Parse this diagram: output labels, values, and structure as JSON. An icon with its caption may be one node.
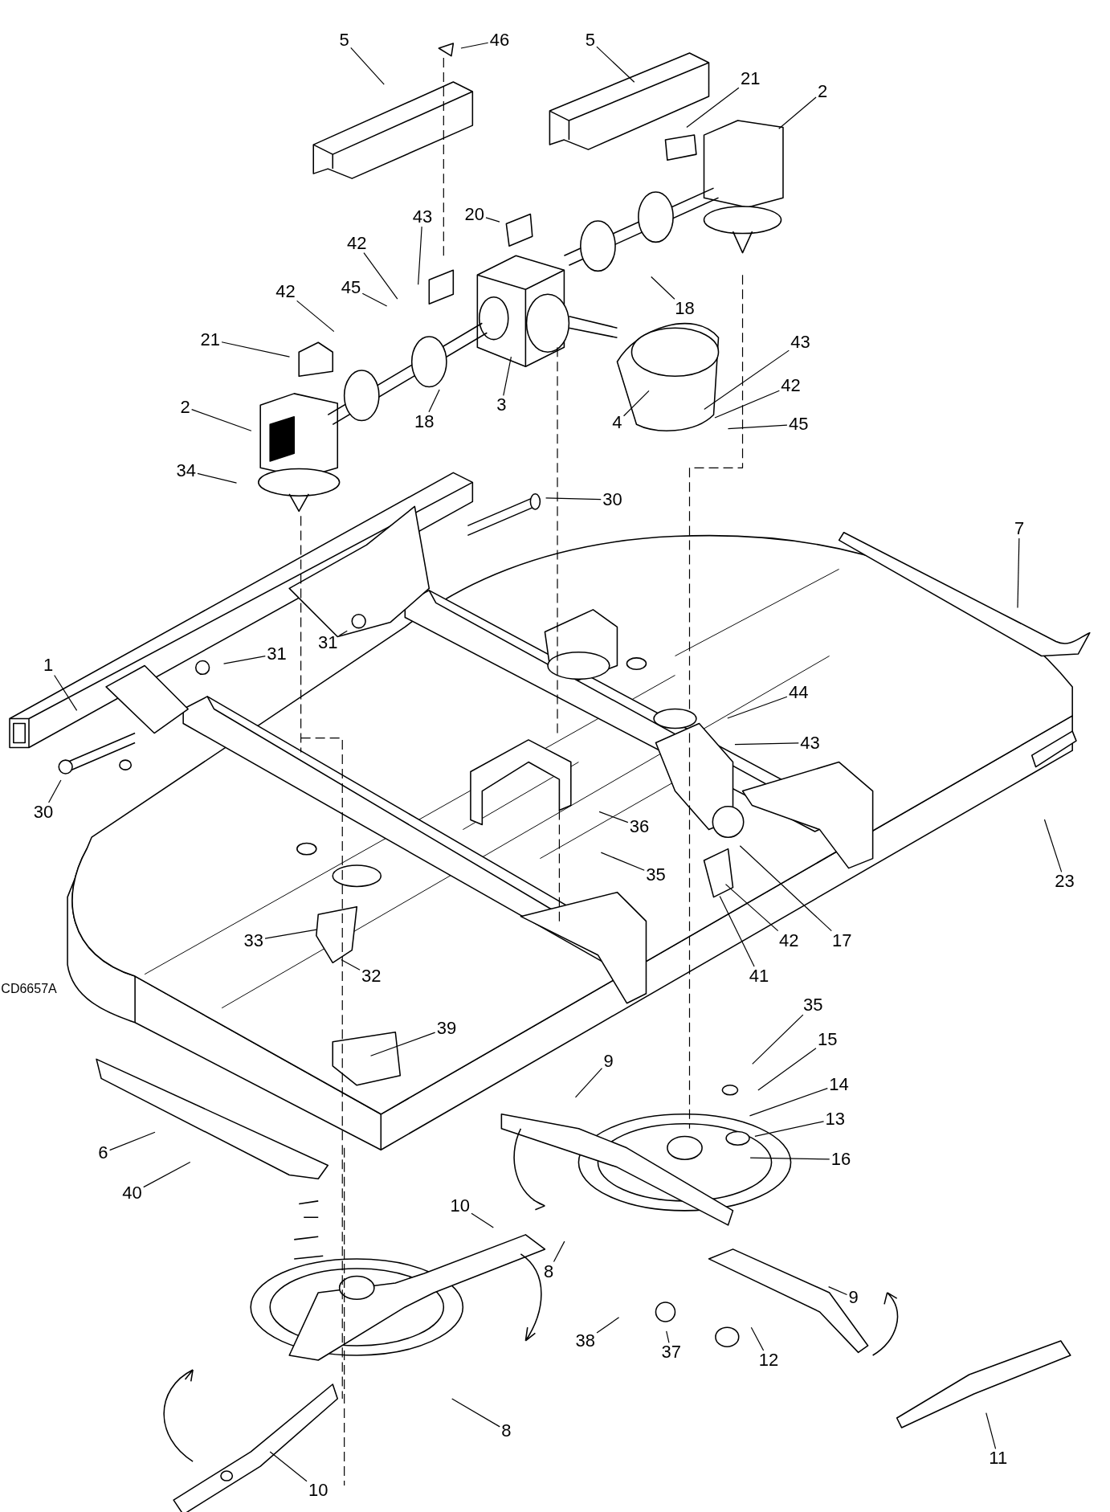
{
  "diagram": {
    "nodes": [
      {
        "text": [
          "5"
        ]
      },
      {
        "text": [
          "46"
        ]
      },
      {
        "text": [
          "5"
        ]
      },
      {
        "text": [
          "21"
        ]
      },
      {
        "text": [
          "2"
        ]
      },
      {
        "text": [
          "20"
        ]
      },
      {
        "text": [
          "43"
        ]
      },
      {
        "text": [
          "42"
        ]
      },
      {
        "text": [
          "45"
        ]
      },
      {
        "text": [
          "42"
        ]
      },
      {
        "text": [
          "21"
        ]
      },
      {
        "text": [
          "18"
        ]
      },
      {
        "text": [
          "3"
        ]
      },
      {
        "text": [
          "43"
        ]
      },
      {
        "text": [
          "42"
        ]
      },
      {
        "text": [
          "45"
        ]
      },
      {
        "text": [
          "2"
        ]
      },
      {
        "text": [
          "18"
        ]
      },
      {
        "text": [
          "4"
        ]
      },
      {
        "text": [
          "34"
        ]
      },
      {
        "text": [
          "30"
        ]
      },
      {
        "text": [
          "7"
        ]
      },
      {
        "text": [
          "1"
        ]
      },
      {
        "text": [
          "31"
        ]
      },
      {
        "text": [
          "31"
        ]
      },
      {
        "text": [
          "44"
        ]
      },
      {
        "text": [
          "43"
        ]
      },
      {
        "text": [
          "30"
        ]
      },
      {
        "text": [
          "36"
        ]
      },
      {
        "text": [
          "35"
        ]
      },
      {
        "text": [
          "23"
        ]
      },
      {
        "text": [
          "33"
        ]
      },
      {
        "text": [
          "32"
        ]
      },
      {
        "text": [
          "17"
        ]
      },
      {
        "text": [
          "42"
        ]
      },
      {
        "text": [
          "41"
        ]
      },
      {
        "text": [
          "39"
        ]
      },
      {
        "text": [
          "35"
        ]
      },
      {
        "text": [
          "15"
        ]
      },
      {
        "text": [
          "9"
        ]
      },
      {
        "text": [
          "14"
        ]
      },
      {
        "text": [
          "13"
        ]
      },
      {
        "text": [
          "6"
        ]
      },
      {
        "text": [
          "16"
        ]
      },
      {
        "text": [
          "40"
        ]
      },
      {
        "text": [
          "10"
        ]
      },
      {
        "text": [
          "8"
        ]
      },
      {
        "text": [
          "9"
        ]
      },
      {
        "text": [
          "38"
        ]
      },
      {
        "text": [
          "37"
        ]
      },
      {
        "text": [
          "12"
        ]
      },
      {
        "text": [
          "8"
        ]
      },
      {
        "text": [
          "11"
        ]
      },
      {
        "text": [
          "10"
        ]
      }
    ],
    "edges": [
      {
        "from": 0,
        "to": null,
        "arrow": "none"
      },
      {
        "from": 1,
        "to": null,
        "arrow": "none"
      },
      {
        "from": 2,
        "to": null,
        "arrow": "none"
      },
      {
        "from": 3,
        "to": null,
        "arrow": "none"
      },
      {
        "from": 4,
        "to": null,
        "arrow": "none"
      },
      {
        "from": 5,
        "to": null,
        "arrow": "none"
      },
      {
        "from": 6,
        "to": null,
        "arrow": "none"
      },
      {
        "from": 7,
        "to": null,
        "arrow": "none"
      },
      {
        "from": 8,
        "to": null,
        "arrow": "none"
      },
      {
        "from": 9,
        "to": null,
        "arrow": "none"
      },
      {
        "from": 10,
        "to": null,
        "arrow": "none"
      },
      {
        "from": 11,
        "to": null,
        "arrow": "none"
      },
      {
        "from": 12,
        "to": null,
        "arrow": "none"
      },
      {
        "from": 13,
        "to": null,
        "arrow": "none"
      },
      {
        "from": 14,
        "to": null,
        "arrow": "none"
      },
      {
        "from": 15,
        "to": null,
        "arrow": "none"
      },
      {
        "from": 16,
        "to": null,
        "arrow": "none"
      },
      {
        "from": 17,
        "to": null,
        "arrow": "none"
      },
      {
        "from": 18,
        "to": null,
        "arrow": "none"
      },
      {
        "from": 19,
        "to": null,
        "arrow": "none"
      },
      {
        "from": 20,
        "to": null,
        "arrow": "none"
      },
      {
        "from": 21,
        "to": null,
        "arrow": "none"
      },
      {
        "from": 22,
        "to": null,
        "arrow": "none"
      },
      {
        "from": 23,
        "to": null,
        "arrow": "none"
      },
      {
        "from": 24,
        "to": null,
        "arrow": "none"
      },
      {
        "from": 25,
        "to": null,
        "arrow": "none"
      },
      {
        "from": 26,
        "to": null,
        "arrow": "none"
      },
      {
        "from": 27,
        "to": null,
        "arrow": "none"
      },
      {
        "from": 28,
        "to": null,
        "arrow": "none"
      },
      {
        "from": 29,
        "to": null,
        "arrow": "none"
      },
      {
        "from": 30,
        "to": null,
        "arrow": "none"
      },
      {
        "from": 31,
        "to": null,
        "arrow": "none"
      },
      {
        "from": 32,
        "to": null,
        "arrow": "none"
      },
      {
        "from": 33,
        "to": null,
        "arrow": "none"
      },
      {
        "from": 34,
        "to": null,
        "arrow": "none"
      },
      {
        "from": 35,
        "to": null,
        "arrow": "none"
      },
      {
        "from": 36,
        "to": null,
        "arrow": "none"
      },
      {
        "from": 37,
        "to": null,
        "arrow": "none"
      },
      {
        "from": 38,
        "to": null,
        "arrow": "none"
      },
      {
        "from": 39,
        "to": null,
        "arrow": "none"
      },
      {
        "from": 40,
        "to": null,
        "arrow": "none"
      },
      {
        "from": 41,
        "to": null,
        "arrow": "none"
      },
      {
        "from": 42,
        "to": null,
        "arrow": "none"
      },
      {
        "from": 43,
        "to": null,
        "arrow": "none"
      },
      {
        "from": 44,
        "to": null,
        "arrow": "none"
      },
      {
        "from": 45,
        "to": null,
        "arrow": "none"
      },
      {
        "from": 46,
        "to": null,
        "arrow": "none"
      },
      {
        "from": 47,
        "to": null,
        "arrow": "none"
      },
      {
        "from": 48,
        "to": null,
        "arrow": "none"
      },
      {
        "from": 49,
        "to": null,
        "arrow": "none"
      },
      {
        "from": 50,
        "to": null,
        "arrow": "none"
      },
      {
        "from": 51,
        "to": null,
        "arrow": "none"
      },
      {
        "from": 52,
        "to": null,
        "arrow": "none"
      },
      {
        "from": 53,
        "to": null,
        "arrow": "none"
      }
    ],
    "labels": [
      "CD6657A"
    ]
  }
}
